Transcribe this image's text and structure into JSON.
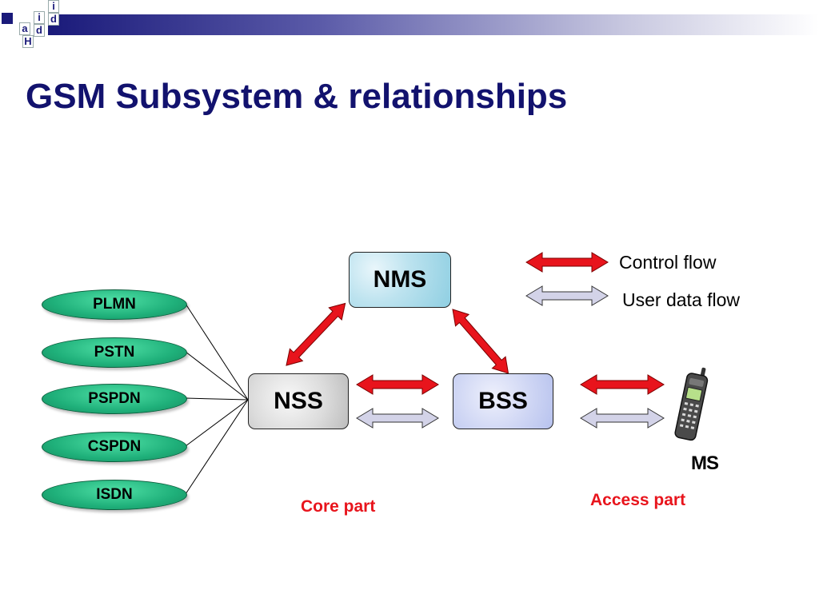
{
  "slide": {
    "title": "GSM Subsystem & relationships",
    "logo_letters": [
      "a",
      "i",
      "d",
      "i",
      "d",
      "H"
    ]
  },
  "external_networks": [
    "PLMN",
    "PSTN",
    "PSPDN",
    "CSPDN",
    "ISDN"
  ],
  "subsystems": {
    "nms": "NMS",
    "nss": "NSS",
    "bss": "BSS"
  },
  "mobile_station": {
    "label": "MS",
    "icon": "mobile-phone-icon"
  },
  "legend": {
    "control_flow": "Control flow",
    "user_data_flow": "User data flow"
  },
  "parts": {
    "core": "Core part",
    "access": "Access part"
  },
  "colors": {
    "title": "#12126e",
    "control_arrow": "#e8141c",
    "user_data_arrow": "#d3d3e8",
    "network_ellipse": "#1fb07a",
    "part_label": "#e8141c"
  }
}
